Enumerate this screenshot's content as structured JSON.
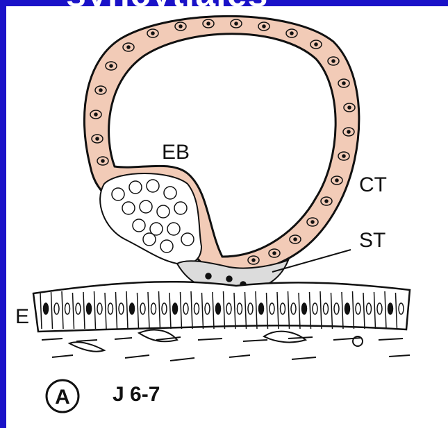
{
  "slide": {
    "title": "syncytiales"
  },
  "labels": {
    "eb": "EB",
    "ct": "CT",
    "st": "ST",
    "e": "E"
  },
  "panel": {
    "letter": "A",
    "stage": "J 6-7"
  },
  "colors": {
    "frame": "#1a12c8",
    "cell_fill": "#f2cbb7",
    "st_fill": "#dcdcdc",
    "ink": "#111111"
  }
}
